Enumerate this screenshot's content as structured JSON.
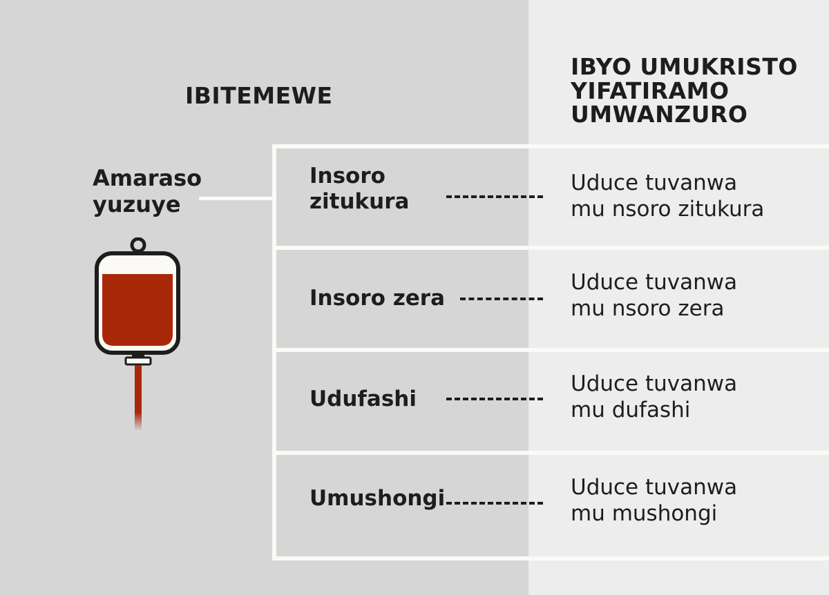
{
  "headings": {
    "left": "IBITEMEWE",
    "right": [
      "IBYO UMUKRISTO",
      "YIFATIRAMO",
      "UMWANZURO"
    ]
  },
  "whole_blood": [
    "Amaraso",
    "yuzuye"
  ],
  "colors": {
    "blood": "#a8290a",
    "panel_left": "#d6d6d6",
    "panel_right": "#ededed",
    "frame": "#fbfaf6"
  },
  "icons": {
    "blood_bag": "blood-bag-icon"
  },
  "rows": [
    {
      "label": [
        "Insoro",
        "zitukura"
      ],
      "value": [
        "Uduce tuvanwa",
        "mu nsoro zitukura"
      ]
    },
    {
      "label": [
        "Insoro zera"
      ],
      "value": [
        "Uduce tuvanwa",
        "mu nsoro zera"
      ]
    },
    {
      "label": [
        "Udufashi"
      ],
      "value": [
        "Uduce tuvanwa",
        "mu dufashi"
      ]
    },
    {
      "label": [
        "Umushongi"
      ],
      "value": [
        "Uduce tuvanwa",
        "mu mushongi"
      ]
    }
  ]
}
